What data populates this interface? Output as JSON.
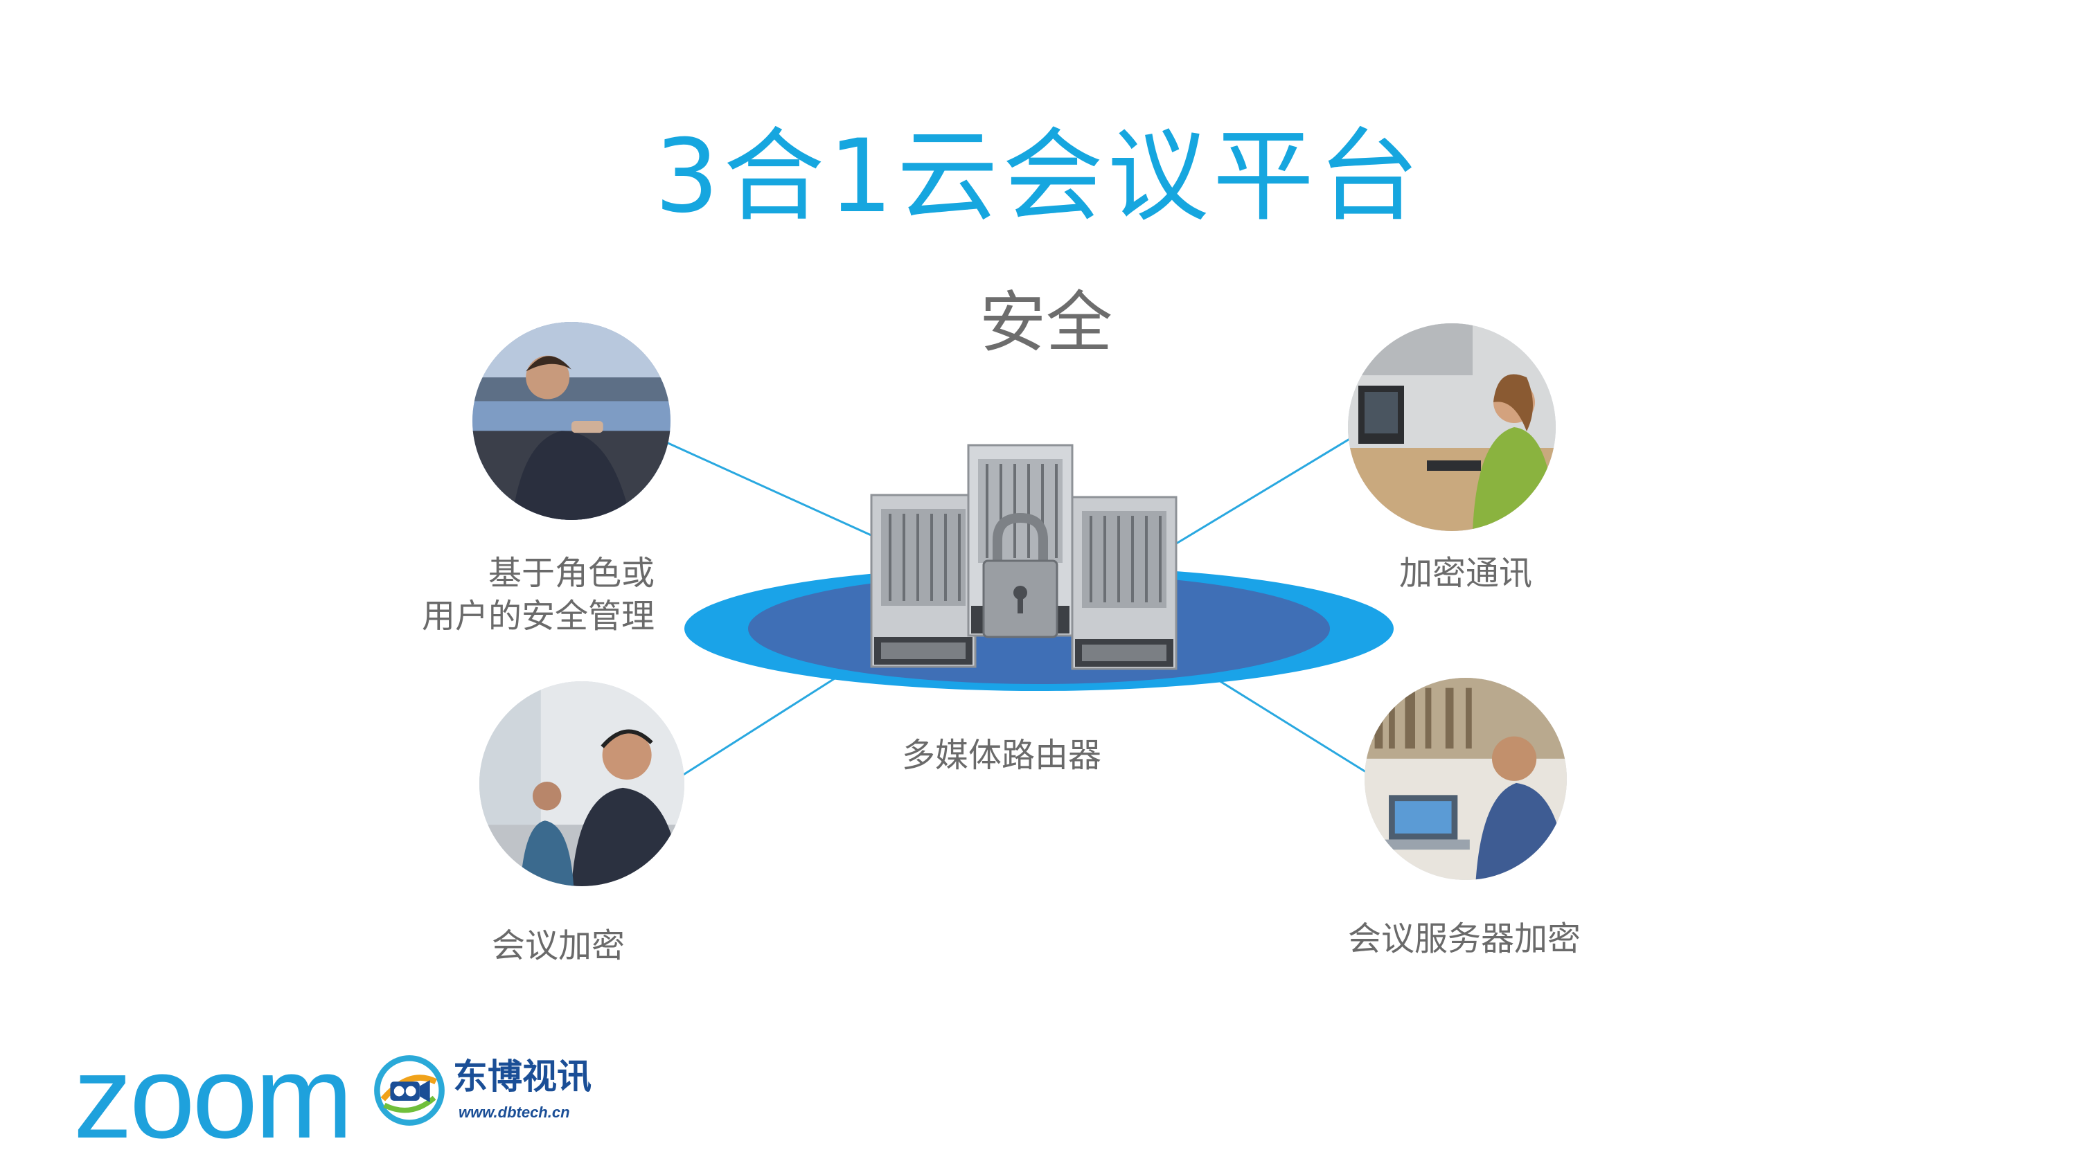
{
  "slide": {
    "title": "3合1云会议平台",
    "subtitle": "安全"
  },
  "nodes": {
    "top_left": {
      "label_line1": "基于角色或",
      "label_line2": "用户的安全管理"
    },
    "top_right": {
      "label": "加密通讯"
    },
    "center": {
      "label": "多媒体路由器"
    },
    "bottom_left": {
      "label": "会议加密"
    },
    "bottom_right": {
      "label": "会议服务器加密"
    }
  },
  "logos": {
    "zoom": "zoom",
    "dbtech_name": "东博视讯",
    "dbtech_url": "www.dbtech.cn"
  },
  "colors": {
    "title": "#16a6df",
    "platform_outer": "#1aa3e8",
    "platform_inner": "#3f6fb6",
    "connector": "#29a8e0",
    "label": "#6a6a6a",
    "brand_zoom": "#1ea1dc",
    "brand_dbtech": "#1a4e96"
  }
}
